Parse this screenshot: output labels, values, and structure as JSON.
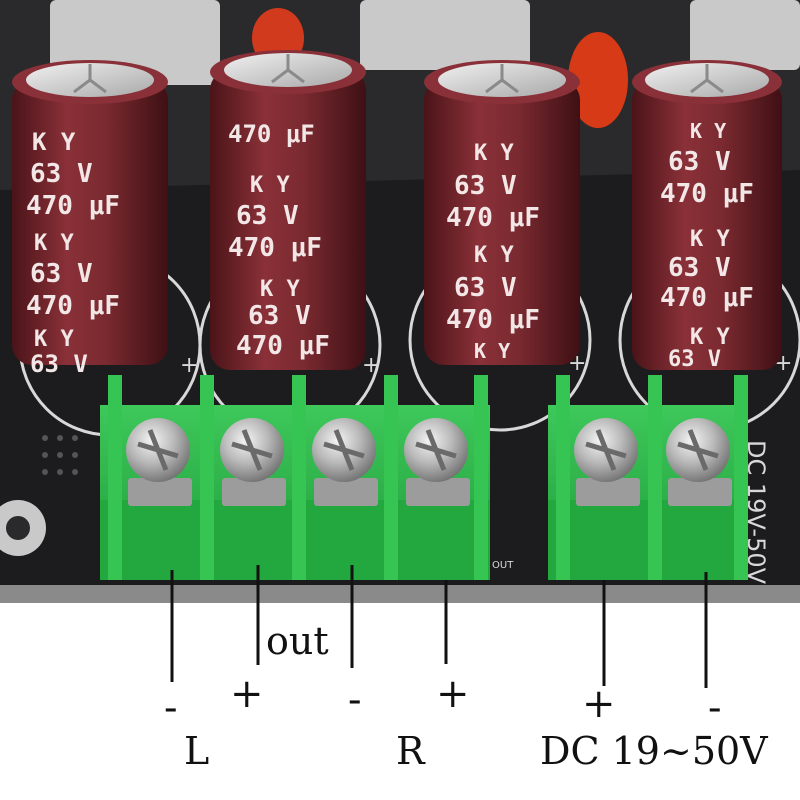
{
  "capacitors": [
    {
      "lines": [
        "K Y",
        "63 V",
        "470 μF",
        "K Y",
        "63 V",
        "470 μF",
        "K Y",
        "63 V"
      ]
    },
    {
      "lines": [
        "470 μF",
        "K Y",
        "63 V",
        "470 μF",
        "K Y",
        "63 V",
        "470 μF"
      ]
    },
    {
      "lines": [
        "K Y",
        "63 V",
        "470 μF",
        "K Y",
        "63 V",
        "470 μF",
        "K Y"
      ]
    },
    {
      "lines": [
        "K Y",
        "63 V",
        "470 μF",
        "K Y",
        "63 V",
        "470 μF",
        "K Y",
        "63 V"
      ]
    }
  ],
  "board": {
    "silkscreen_dc": "DC 19V-50V",
    "silkscreen_out": "OUT",
    "plus_marks": [
      "+",
      "+",
      "+",
      "+"
    ]
  },
  "labels": {
    "minus_left": "-",
    "plus_left": "+",
    "out": "out",
    "minus_right": "-",
    "plus_right": "+",
    "plus_dc": "+",
    "minus_dc": "-",
    "L": "L",
    "R": "R",
    "dc_range": "DC 19~50V"
  },
  "colors": {
    "capacitor": "#7a2a30",
    "board": "#1c1c1e",
    "terminal": "#2fb84a",
    "background": "#ffffff"
  }
}
